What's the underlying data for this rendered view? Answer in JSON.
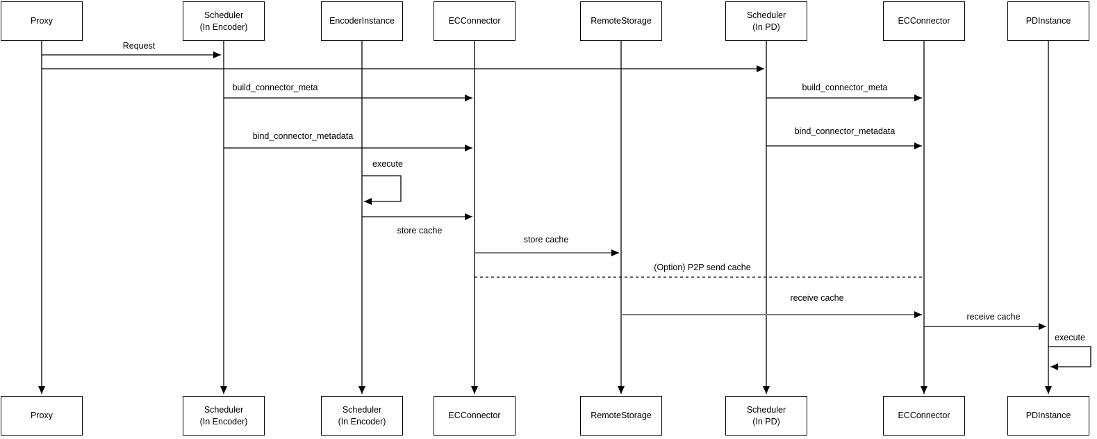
{
  "colors": {
    "line_black": "#000000",
    "line_gray": "#7f7f7f",
    "background": "#ffffff"
  },
  "diagram": {
    "participants": [
      {
        "top_label": "Proxy",
        "bottom_label": "Proxy"
      },
      {
        "top_label": "Scheduler\n(In Encoder)",
        "bottom_label": "Scheduler\n(In Encoder)"
      },
      {
        "top_label": "EncoderInstance",
        "bottom_label": "Scheduler\n(In Encoder)"
      },
      {
        "top_label": "ECConnector",
        "bottom_label": "ECConnector"
      },
      {
        "top_label": "RemoteStorage",
        "bottom_label": "RemoteStorage"
      },
      {
        "top_label": "Scheduler\n(In PD)",
        "bottom_label": "Scheduler\n(In PD)"
      },
      {
        "top_label": "ECConnector",
        "bottom_label": "ECConnector"
      },
      {
        "top_label": "PDInstance",
        "bottom_label": "PDInstance"
      }
    ],
    "messages": [
      {
        "label": "Request",
        "from": "Proxy",
        "to": "Scheduler (In Encoder)",
        "style": "solid"
      },
      {
        "label": "",
        "from": "Proxy",
        "to": "Scheduler (In PD)",
        "style": "solid"
      },
      {
        "label": "build_connector_meta",
        "from": "Scheduler (In Encoder)",
        "to": "ECConnector",
        "style": "solid"
      },
      {
        "label": "bind_connector_metadata",
        "from": "Scheduler (In Encoder)",
        "to": "ECConnector",
        "style": "solid"
      },
      {
        "label": "build_connector_meta",
        "from": "Scheduler (In PD)",
        "to": "ECConnector",
        "style": "solid"
      },
      {
        "label": "bind_connector_metadata",
        "from": "Scheduler (In PD)",
        "to": "ECConnector",
        "style": "solid"
      },
      {
        "label": "execute",
        "from": "EncoderInstance",
        "to": "EncoderInstance",
        "style": "self"
      },
      {
        "label": "store cache",
        "from": "EncoderInstance",
        "to": "ECConnector",
        "style": "solid"
      },
      {
        "label": "store cache",
        "from": "ECConnector",
        "to": "RemoteStorage",
        "style": "solid-gray"
      },
      {
        "label": "(Option) P2P send cache",
        "from": "ECConnector",
        "to": "ECConnector (PD side)",
        "style": "dashed"
      },
      {
        "label": "receive cache",
        "from": "RemoteStorage",
        "to": "ECConnector (PD side)",
        "style": "solid-gray"
      },
      {
        "label": "receive cache",
        "from": "ECConnector (PD side)",
        "to": "PDInstance",
        "style": "solid"
      },
      {
        "label": "execute",
        "from": "PDInstance",
        "to": "PDInstance",
        "style": "self"
      }
    ]
  }
}
